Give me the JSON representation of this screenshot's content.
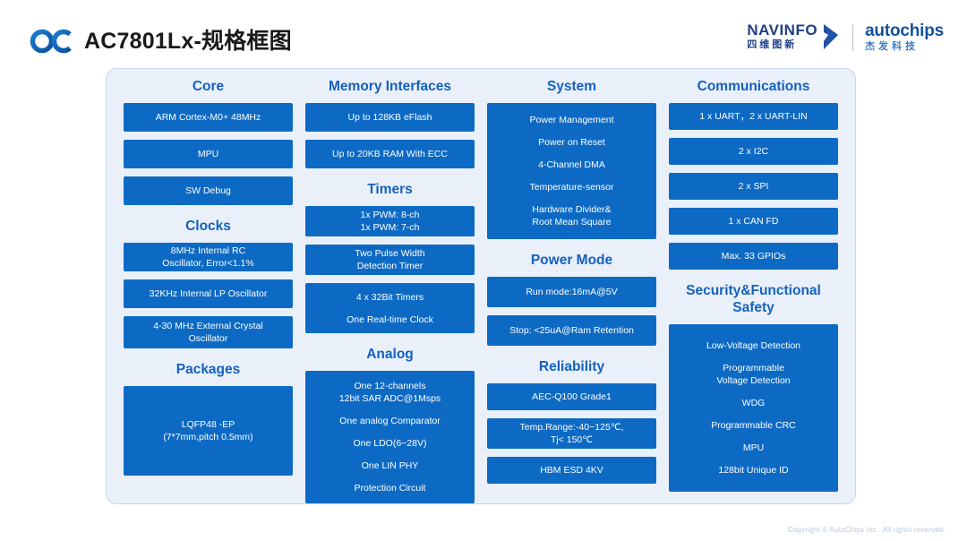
{
  "header": {
    "logo_icon": "oc-logo-icon",
    "title": "AC7801Lx-规格框图",
    "brands": {
      "navinfo": {
        "en": "NAVINFO",
        "cn": "四维图新",
        "chevron_icon": "chevron-right-icon"
      },
      "autochips": {
        "en": "autochips",
        "cn": "杰发科技"
      }
    }
  },
  "colors": {
    "panel_bg": "#eaf0fa",
    "box_blue": "#0d6ac4",
    "heading_blue": "#1461c0",
    "brand_blue": "#1f3f86"
  },
  "columns": [
    {
      "name": "core",
      "sections": [
        {
          "heading": "Core",
          "boxes": [
            {
              "lines": [
                "ARM Cortex-M0+ 48MHz"
              ],
              "height": 32
            },
            {
              "lines": [
                "MPU"
              ],
              "height": 32
            },
            {
              "lines": [
                "SW Debug"
              ],
              "height": 32
            }
          ]
        },
        {
          "heading": "Clocks",
          "boxes": [
            {
              "lines": [
                "8MHz Internal RC",
                "Oscillator, Error<1.1%"
              ],
              "height": 32
            },
            {
              "lines": [
                "32KHz Internal LP Oscillator"
              ],
              "height": 32
            },
            {
              "lines": [
                "4-30 MHz External Crystal",
                "Oscillator"
              ],
              "height": 36
            }
          ]
        },
        {
          "heading": "Packages",
          "boxes": [
            {
              "lines": [
                "LQFP48 -EP",
                "(7*7mm,pitch 0.5mm)"
              ],
              "height": 100
            }
          ]
        }
      ]
    },
    {
      "name": "memory-interfaces",
      "sections": [
        {
          "heading": "Memory Interfaces",
          "boxes": [
            {
              "lines": [
                "Up to 128KB eFlash"
              ],
              "height": 32
            },
            {
              "lines": [
                "Up to 20KB RAM With ECC"
              ],
              "height": 32
            }
          ]
        },
        {
          "heading": "Timers",
          "boxes": [
            {
              "lines": [
                "1x PWM: 8-ch",
                "1x PWM: 7-ch"
              ],
              "height": 34
            },
            {
              "lines": [
                "Two Pulse Width",
                "Detection Timer"
              ],
              "height": 34
            },
            {
              "groups": [
                [
                  "4 x 32Bit Timers"
                ],
                [
                  "One Real-time Clock"
                ]
              ],
              "height": 56
            }
          ]
        },
        {
          "heading": "Analog",
          "boxes": [
            {
              "groups": [
                [
                  "One 12-channels",
                  "12bit SAR ADC@1Msps"
                ],
                [
                  "One analog Comparator"
                ],
                [
                  "One LDO(6~28V)"
                ],
                [
                  "One LIN PHY"
                ],
                [
                  "Protection Circuit"
                ]
              ],
              "height": 148
            }
          ]
        }
      ]
    },
    {
      "name": "system",
      "sections": [
        {
          "heading": "System",
          "boxes": [
            {
              "groups": [
                [
                  "Power Management"
                ],
                [
                  "Power on Reset"
                ],
                [
                  "4-Channel DMA"
                ],
                [
                  "Temperature-sensor"
                ],
                [
                  "Hardware Divider&",
                  "Root Mean Square"
                ]
              ],
              "height": 152
            }
          ]
        },
        {
          "heading": "Power Mode",
          "boxes": [
            {
              "lines": [
                "Run mode:16mA@5V"
              ],
              "height": 34
            },
            {
              "lines": [
                "Stop: <25uA@Ram Retention"
              ],
              "height": 34
            }
          ]
        },
        {
          "heading": "Reliability",
          "boxes": [
            {
              "lines": [
                "AEC-Q100 Grade1"
              ],
              "height": 30
            },
            {
              "lines": [
                "Temp.Range:-40~125℃,",
                "Tj< 150℃"
              ],
              "height": 34
            },
            {
              "lines": [
                "HBM ESD  4KV"
              ],
              "height": 30
            }
          ]
        }
      ]
    },
    {
      "name": "communications",
      "sections": [
        {
          "heading": "Communications",
          "boxes": [
            {
              "lines": [
                "1 x UART，2 x UART-LIN"
              ],
              "height": 30
            },
            {
              "lines": [
                "2 x I2C"
              ],
              "height": 30
            },
            {
              "lines": [
                "2 x SPI"
              ],
              "height": 30
            },
            {
              "lines": [
                "1 x CAN FD"
              ],
              "height": 30
            },
            {
              "lines": [
                "Max. 33 GPIOs"
              ],
              "height": 30
            }
          ]
        },
        {
          "heading": "Security&\nFunctional Safety",
          "heading_lines": [
            "Security&",
            "Functional Safety"
          ],
          "boxes": [
            {
              "groups": [
                [
                  "Low-Voltage Detection"
                ],
                [
                  "Programmable",
                  "Voltage Detection"
                ],
                [
                  "WDG"
                ],
                [
                  "Programmable CRC"
                ],
                [
                  "MPU"
                ],
                [
                  "128bit Unique ID"
                ]
              ],
              "height": 187
            }
          ]
        }
      ]
    }
  ],
  "footer": {
    "copyright": "Copyright © AutoChips Inc . All rights reserved."
  }
}
